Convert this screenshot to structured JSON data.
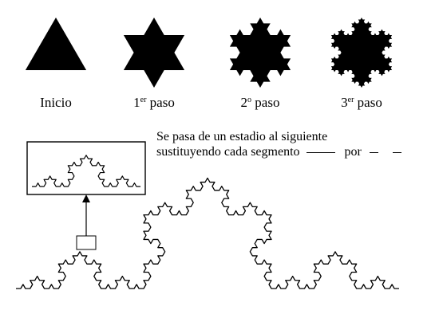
{
  "stages": [
    {
      "label": "Inicio",
      "sup": "",
      "rest": "",
      "level": 0
    },
    {
      "label": "1",
      "sup": "er",
      "rest": " paso",
      "level": 1
    },
    {
      "label": "2",
      "sup": "o",
      "rest": " paso",
      "level": 2
    },
    {
      "label": "3",
      "sup": "er",
      "rest": " paso",
      "level": 3
    }
  ],
  "description": {
    "line1": "Se pasa de un estadio al siguiente",
    "line2_prefix": "sustituyendo cada segmento",
    "line2_middle": "por"
  },
  "colors": {
    "ink": "#000000",
    "background": "#ffffff"
  }
}
